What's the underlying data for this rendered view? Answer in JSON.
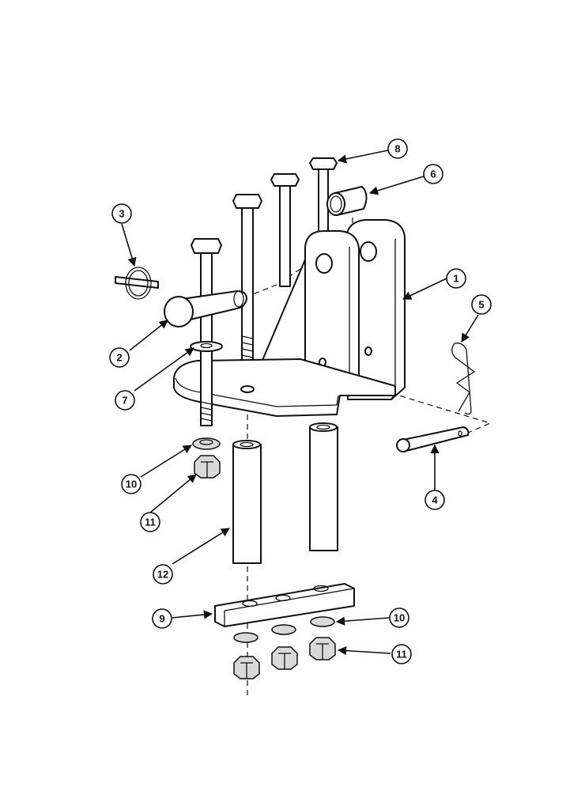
{
  "callouts": [
    {
      "label": "1",
      "part": "bracket"
    },
    {
      "label": "2",
      "part": "pin"
    },
    {
      "label": "3",
      "part": "lynch-pin"
    },
    {
      "label": "4",
      "part": "clevis-pin"
    },
    {
      "label": "5",
      "part": "hair-pin-clip"
    },
    {
      "label": "6",
      "part": "bushing"
    },
    {
      "label": "7",
      "part": "washer"
    },
    {
      "label": "8",
      "part": "bolt"
    },
    {
      "label": "9",
      "part": "plate"
    },
    {
      "label": "10",
      "part": "lock-washer"
    },
    {
      "label": "11",
      "part": "nut"
    },
    {
      "label": "12",
      "part": "spacer"
    },
    {
      "label": "10",
      "part": "lock-washer"
    },
    {
      "label": "11",
      "part": "nut"
    }
  ]
}
